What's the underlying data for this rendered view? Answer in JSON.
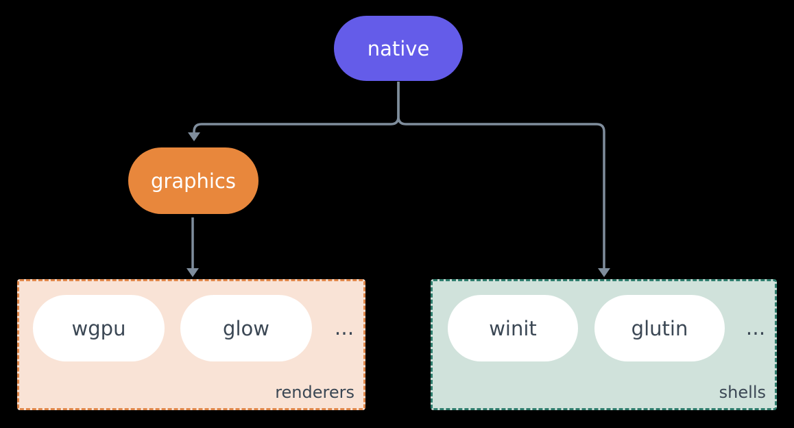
{
  "colors": {
    "canvas_bg": "#000000",
    "native_bg": "#645ce9",
    "graphics_bg": "#e8873c",
    "node_text": "#ffffff",
    "pill_bg": "#ffffff",
    "pill_text": "#3b4754",
    "renderers_bg": "#f9e3d6",
    "renderers_border": "#e0874a",
    "shells_bg": "#d0e2db",
    "shells_border": "#2f7d6d",
    "connector": "#7f8d9c"
  },
  "nodes": {
    "native": {
      "label": "native"
    },
    "graphics": {
      "label": "graphics"
    }
  },
  "groups": {
    "renderers": {
      "label": "renderers",
      "pills": [
        "wgpu",
        "glow"
      ],
      "ellipsis": "..."
    },
    "shells": {
      "label": "shells",
      "pills": [
        "winit",
        "glutin"
      ],
      "ellipsis": "..."
    }
  }
}
